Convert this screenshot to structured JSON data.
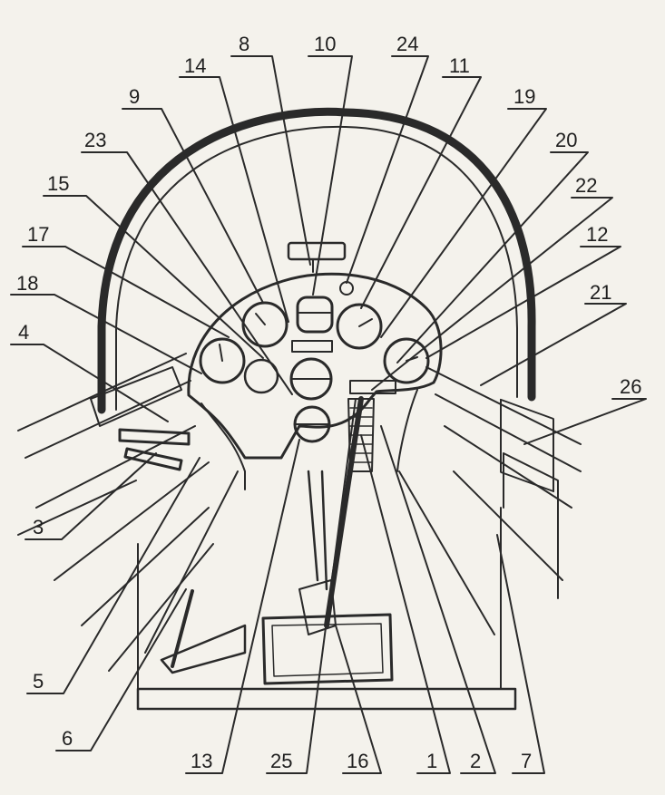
{
  "diagram": {
    "callouts": [
      "8",
      "10",
      "24",
      "14",
      "11",
      "9",
      "19",
      "23",
      "20",
      "15",
      "22",
      "17",
      "12",
      "18",
      "21",
      "4",
      "26",
      "3",
      "5",
      "6",
      "13",
      "25",
      "16",
      "1",
      "2",
      "7"
    ]
  }
}
